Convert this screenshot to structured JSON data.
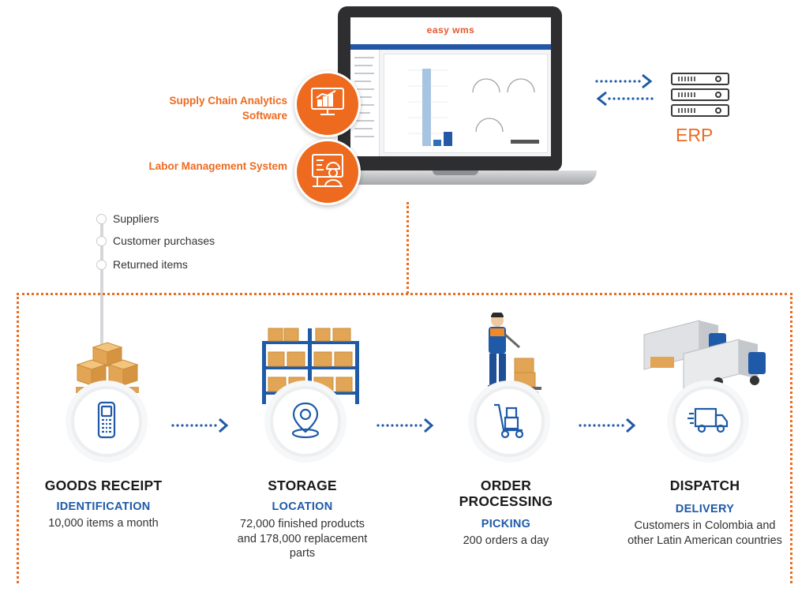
{
  "app": {
    "logo_text": "easy wms",
    "accent_orange": "#ee6a1f",
    "accent_blue": "#1e5aa8"
  },
  "modules": [
    {
      "label": "Supply Chain Analytics Software",
      "icon": "analytics-monitor-icon"
    },
    {
      "label": "Labor Management System",
      "icon": "worker-screen-icon"
    }
  ],
  "erp": {
    "label": "ERP",
    "icon": "server-rack-icon"
  },
  "sources": [
    "Suppliers",
    "Customer purchases",
    "Returned items"
  ],
  "steps": [
    {
      "title": "GOODS RECEIPT",
      "subtitle": "IDENTIFICATION",
      "description": "10,000 items a month",
      "icon": "handheld-scanner-icon"
    },
    {
      "title": "STORAGE",
      "subtitle": "LOCATION",
      "description": "72,000 finished products and 178,000 replacement parts",
      "icon": "location-pin-icon"
    },
    {
      "title": "ORDER PROCESSING",
      "subtitle": "PICKING",
      "description": "200 orders a day",
      "icon": "hand-truck-icon"
    },
    {
      "title": "DISPATCH",
      "subtitle": "DELIVERY",
      "description": "Customers in Colombia and other Latin American countries",
      "icon": "delivery-truck-icon"
    }
  ]
}
